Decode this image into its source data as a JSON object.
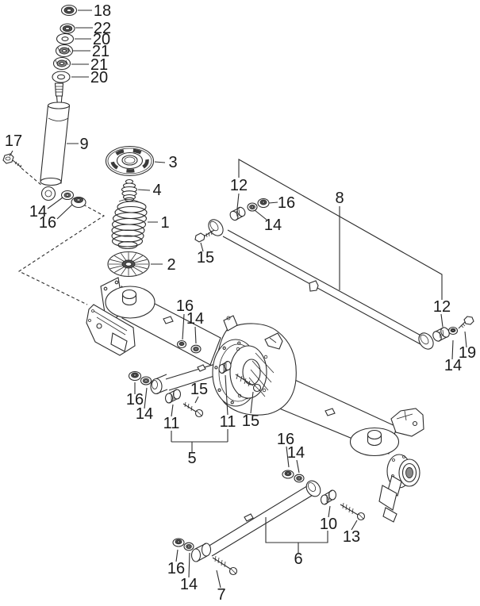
{
  "diagram": {
    "background_color": "#ffffff",
    "line_color": "#2d2d2d",
    "label_color": "#1a1a1a",
    "callouts": [
      {
        "text": "18"
      },
      {
        "text": "22"
      },
      {
        "text": "20"
      },
      {
        "text": "21"
      },
      {
        "text": "21"
      },
      {
        "text": "20"
      },
      {
        "text": "17"
      },
      {
        "text": "9"
      },
      {
        "text": "3"
      },
      {
        "text": "4"
      },
      {
        "text": "1"
      },
      {
        "text": "2"
      },
      {
        "text": "14"
      },
      {
        "text": "16"
      },
      {
        "text": "12"
      },
      {
        "text": "16"
      },
      {
        "text": "14"
      },
      {
        "text": "15"
      },
      {
        "text": "8"
      },
      {
        "text": "12"
      },
      {
        "text": "14"
      },
      {
        "text": "19"
      },
      {
        "text": "16"
      },
      {
        "text": "14"
      },
      {
        "text": "16"
      },
      {
        "text": "14"
      },
      {
        "text": "15"
      },
      {
        "text": "11"
      },
      {
        "text": "11"
      },
      {
        "text": "15"
      },
      {
        "text": "5"
      },
      {
        "text": "16"
      },
      {
        "text": "14"
      },
      {
        "text": "10"
      },
      {
        "text": "13"
      },
      {
        "text": "6"
      },
      {
        "text": "16"
      },
      {
        "text": "14"
      },
      {
        "text": "7"
      }
    ]
  }
}
